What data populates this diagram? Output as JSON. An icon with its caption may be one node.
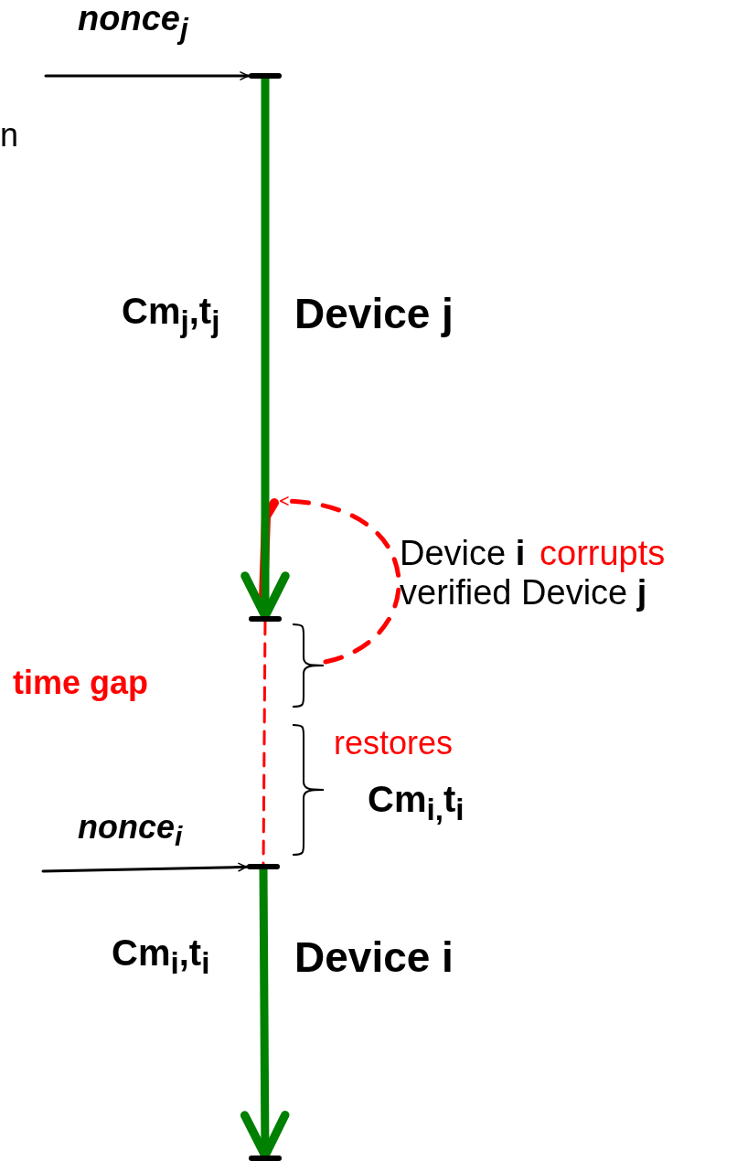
{
  "diagram": {
    "nodes": [
      {
        "text": [],
        "shape": "bar"
      },
      {
        "text": [],
        "shape": "bar"
      },
      {
        "text": [],
        "shape": "bar"
      },
      {
        "text": [],
        "shape": "bar"
      },
      {
        "text": [],
        "shape": "brace"
      }
    ],
    "edges": [
      {
        "from": null,
        "to": 0,
        "arrow": "to",
        "label": "nonce$_{j}$"
      },
      {
        "from": 0,
        "to": 1,
        "arrow": "to",
        "style": "thick",
        "color": "#008000",
        "label": "Device j"
      },
      {
        "from": 1,
        "to": 2,
        "arrow": "none",
        "style": "dashed",
        "color": "#ff0000",
        "label": "time gap"
      },
      {
        "from": null,
        "to": 2,
        "arrow": "to",
        "label": "nonce$_{i}$"
      },
      {
        "from": 2,
        "to": 3,
        "arrow": "to",
        "style": "thick",
        "color": "#008000",
        "label": "Device i"
      },
      {
        "from": 4,
        "to": null,
        "arrow": "to",
        "style": "dashed",
        "color": "#ff0000"
      }
    ],
    "labels": [
      "n",
      "Cm$_{j}$,t$_{j}$",
      "Device **i**",
      "corrupts",
      "verified Device **j**",
      "restores",
      "Cm$_{i,}$t$_{i}$",
      "Cm$_{i}$,t$_{i}$"
    ]
  }
}
